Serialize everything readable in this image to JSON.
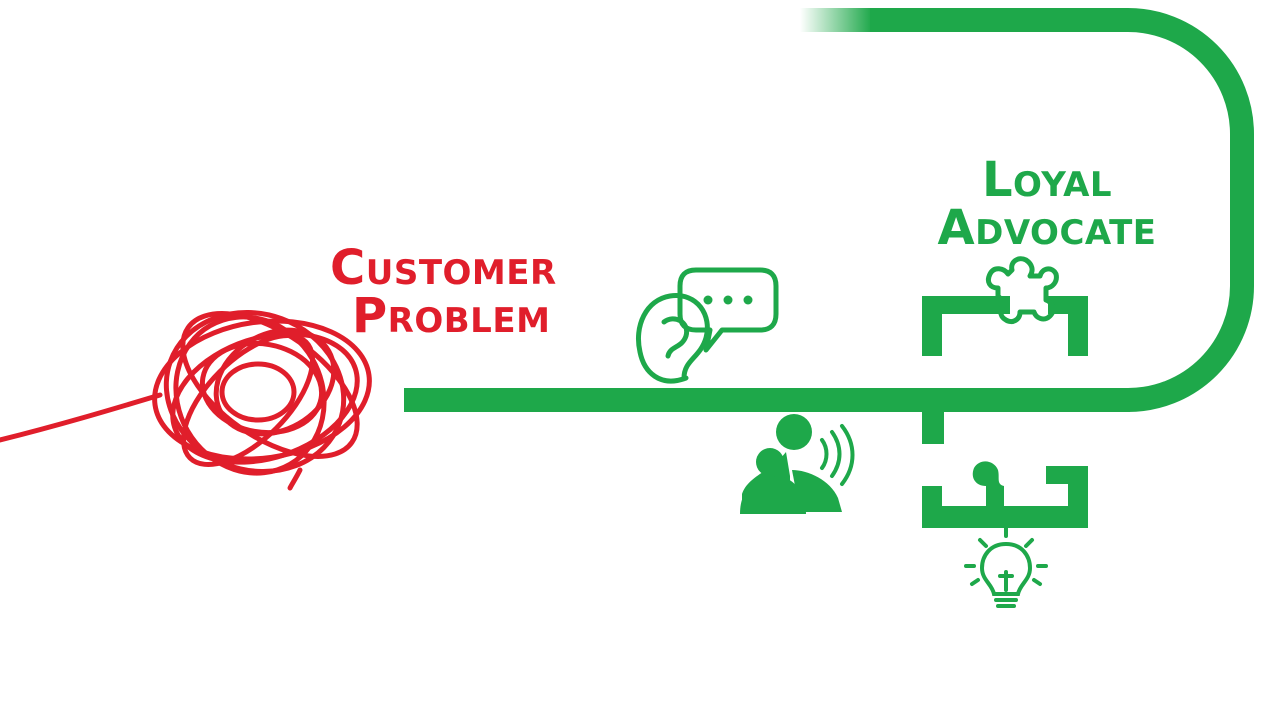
{
  "labels": {
    "problem_line1": "Customer",
    "problem_line2": "Problem",
    "advocate_line1": "Loyal",
    "advocate_line2": "Advocate"
  },
  "colors": {
    "problem": "#e01e2b",
    "journey": "#1ea84a",
    "background": "#ffffff"
  },
  "icons": [
    "tangled-thread-icon",
    "listening-ear-icon",
    "speech-bubble-icon",
    "support-agent-icon",
    "puzzle-piece-icon",
    "lightbulb-icon"
  ]
}
